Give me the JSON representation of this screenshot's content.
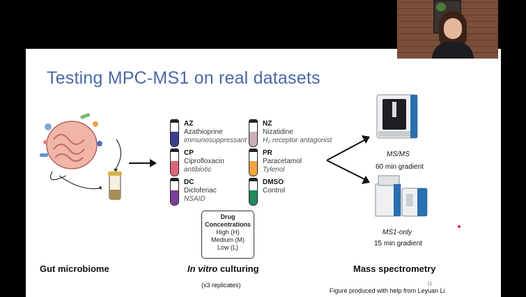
{
  "slide": {
    "title": "Testing MPC-MS1 on real datasets",
    "page_number": "11",
    "credit": "Figure produced with help from Leyuan Li",
    "sections": {
      "gut": "Gut microbiome",
      "culturing_prefix": "In vitro",
      "culturing_suffix": " culturing",
      "replicates": "(x3 replicates)",
      "mass_spec": "Mass spectrometry"
    },
    "drugs": [
      {
        "code": "AZ",
        "name": "Azathioprine",
        "cls": "immunosuppressant",
        "color": "#3a3f8f"
      },
      {
        "code": "CP",
        "name": "Ciprofloxacin",
        "cls": "antibiotic",
        "color": "#d9697a"
      },
      {
        "code": "DC",
        "name": "Diclofenac",
        "cls": "NSAID",
        "color": "#7b3f9a"
      },
      {
        "code": "NZ",
        "name": "Nizatidine",
        "cls": "H₂ receptor antagonist",
        "color": "#c9aeb4"
      },
      {
        "code": "PR",
        "name": "Paracetamol",
        "cls": "Tylenol",
        "color": "#f2a640"
      },
      {
        "code": "DMSO",
        "name": "Control",
        "cls": "",
        "color": "#1f8a5a"
      }
    ],
    "concentrations": {
      "title_line1": "Drug",
      "title_line2": "Concentrations",
      "levels": [
        "High (H)",
        "Medium (M)",
        "Low (L)"
      ]
    },
    "instruments": {
      "msms_title": "MS/MS",
      "msms_gradient": "60 min gradient",
      "ms1_title": "MS1-only",
      "ms1_gradient": "15 min gradient"
    }
  },
  "colors": {
    "title": "#4a67a8",
    "accent_dot": "#d62a3a",
    "instrument_blue": "#2a6fb0"
  }
}
